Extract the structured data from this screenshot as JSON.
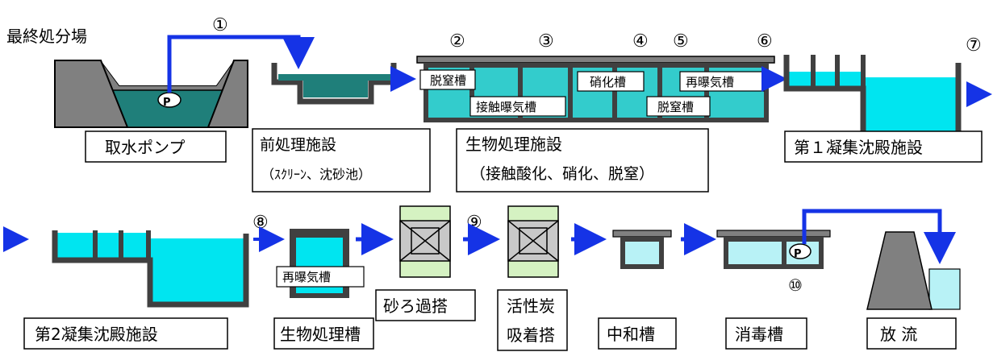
{
  "site_label": "最終処分場",
  "step_markers": [
    "①",
    "②",
    "③",
    "④",
    "⑤",
    "⑥",
    "⑦",
    "⑧",
    "⑨",
    "⑩"
  ],
  "stages": {
    "intake_pump": "取水ポンプ",
    "pretreatment": {
      "title": "前処理施設",
      "detail": "（ｽｸﾘｰﾝ、沈砂池）"
    },
    "bio_treatment": {
      "title": "生物処理施設",
      "detail": "（接触酸化、硝化、脱窒）"
    },
    "coag1": "第１凝集沈殿施設",
    "coag2": "第2凝集沈殿施設",
    "bio_tank": "生物処理槽",
    "sand_filter": "砂ろ過搭",
    "activated_carbon": [
      "活性炭",
      "吸着搭"
    ],
    "neutralization": "中和槽",
    "disinfection": "消毒槽",
    "discharge": "放 流"
  },
  "tank_labels": {
    "denitrification_1": "脱窒槽",
    "contact_aeration": "接触曝気槽",
    "nitrification": "硝化槽",
    "denitrification_2": "脱窒槽",
    "reaeration_1": "再曝気槽",
    "reaeration_2": "再曝気槽"
  },
  "pump_symbol": "P",
  "colors": {
    "wall": "#808080",
    "wall_stroke": "#000000",
    "water_dark": "#1f7f7a",
    "water_cyan": "#00e5f0",
    "water_light": "#b8f2f6",
    "pipe_blue": "#1533e6",
    "filter_green": "#d5f2c2",
    "filter_gray": "#c8c8c8"
  }
}
